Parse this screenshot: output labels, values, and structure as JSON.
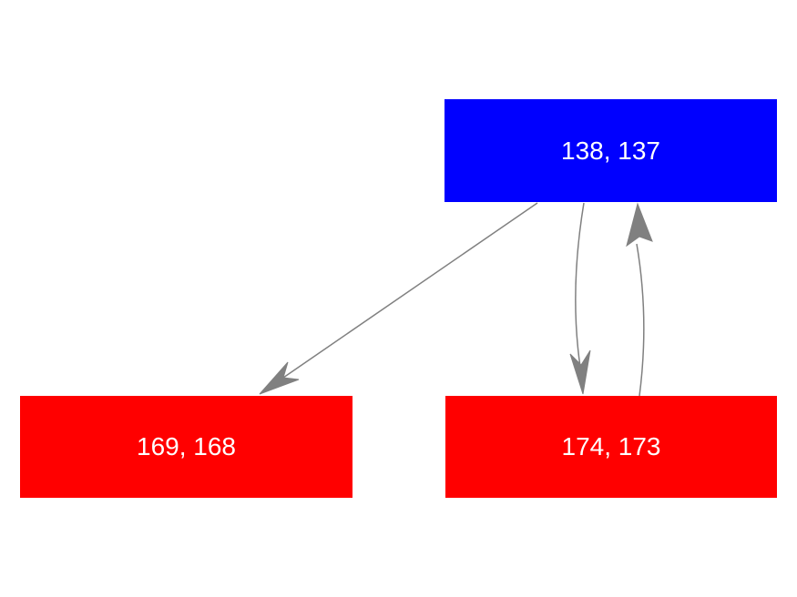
{
  "diagram": {
    "background_color": "#ffffff",
    "edge_color": "#808080",
    "nodes": [
      {
        "id": "top",
        "label": "138, 137",
        "fill_color": "#0000ff",
        "text_color": "#ffffff"
      },
      {
        "id": "bottom-left",
        "label": "169, 168",
        "fill_color": "#ff0000",
        "text_color": "#ffffff"
      },
      {
        "id": "bottom-right",
        "label": "174, 173",
        "fill_color": "#ff0000",
        "text_color": "#ffffff"
      }
    ],
    "edges": [
      {
        "from": "138, 137",
        "to": "169, 168",
        "style": "straight-diagonal",
        "arrowhead": "vee"
      },
      {
        "from": "138, 137",
        "to": "174, 173",
        "style": "curved-down",
        "arrowhead": "vee"
      },
      {
        "from": "174, 173",
        "to": "138, 137",
        "style": "curved-up",
        "arrowhead": "vee"
      }
    ]
  }
}
